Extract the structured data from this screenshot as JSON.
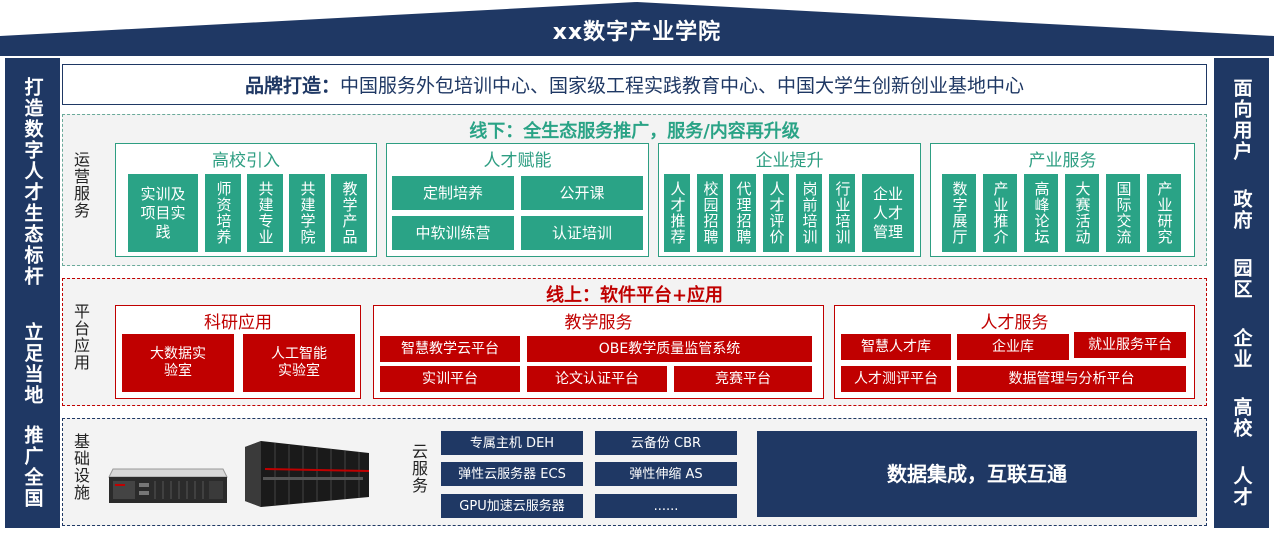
{
  "header": {
    "title": "xx数字产业学院"
  },
  "left_pillar": [
    "打造数字人才生态标杆",
    "立足当地",
    "推广全国"
  ],
  "right_pillar": [
    "面向用户",
    "政府",
    "园区",
    "企业",
    "高校",
    "人才"
  ],
  "brand": {
    "label": "品牌打造：",
    "text": "中国服务外包培训中心、国家级工程实践教育中心、中国大学生创新创业基地中心"
  },
  "offline": {
    "title": "线下：全生态服务推广，服务/内容再升级",
    "side_label": "运营服务",
    "groups": [
      {
        "title": "高校引入",
        "items": [
          "实训及项目实践",
          "师资培养",
          "共建专业",
          "共建学院",
          "教学产品"
        ]
      },
      {
        "title": "人才赋能",
        "items": [
          "定制培养",
          "公开课",
          "中软训练营",
          "认证培训"
        ]
      },
      {
        "title": "企业提升",
        "items": [
          "人才推荐",
          "校园招聘",
          "代理招聘",
          "人才评价",
          "岗前培训",
          "行业培训",
          "企业人才管理"
        ]
      },
      {
        "title": "产业服务",
        "items": [
          "数字展厅",
          "产业推介",
          "高峰论坛",
          "大赛活动",
          "国际交流",
          "产业研究"
        ]
      }
    ]
  },
  "online": {
    "title": "线上：软件平台+应用",
    "side_label": "平台应用",
    "groups": [
      {
        "title": "科研应用",
        "items": [
          "大数据实验室",
          "人工智能实验室"
        ]
      },
      {
        "title": "教学服务",
        "items": [
          "智慧教学云平台",
          "OBE教学质量监管系统",
          "实训平台",
          "论文认证平台",
          "竞赛平台"
        ]
      },
      {
        "title": "人才服务",
        "items": [
          "智慧人才库",
          "企业库",
          "就业服务平台",
          "人才测评平台",
          "数据管理与分析平台"
        ]
      }
    ]
  },
  "infra": {
    "side_label": "基础设施",
    "cloud_label": "云服务",
    "cloud_items": [
      "专属主机 DEH",
      "云备份 CBR",
      "弹性云服务器 ECS",
      "弹性伸缩 AS",
      "GPU加速云服务器",
      "......"
    ],
    "integration": "数据集成，互联互通"
  },
  "colors": {
    "navy": "#1f3864",
    "teal": "#2aa386",
    "red": "#c00000"
  }
}
